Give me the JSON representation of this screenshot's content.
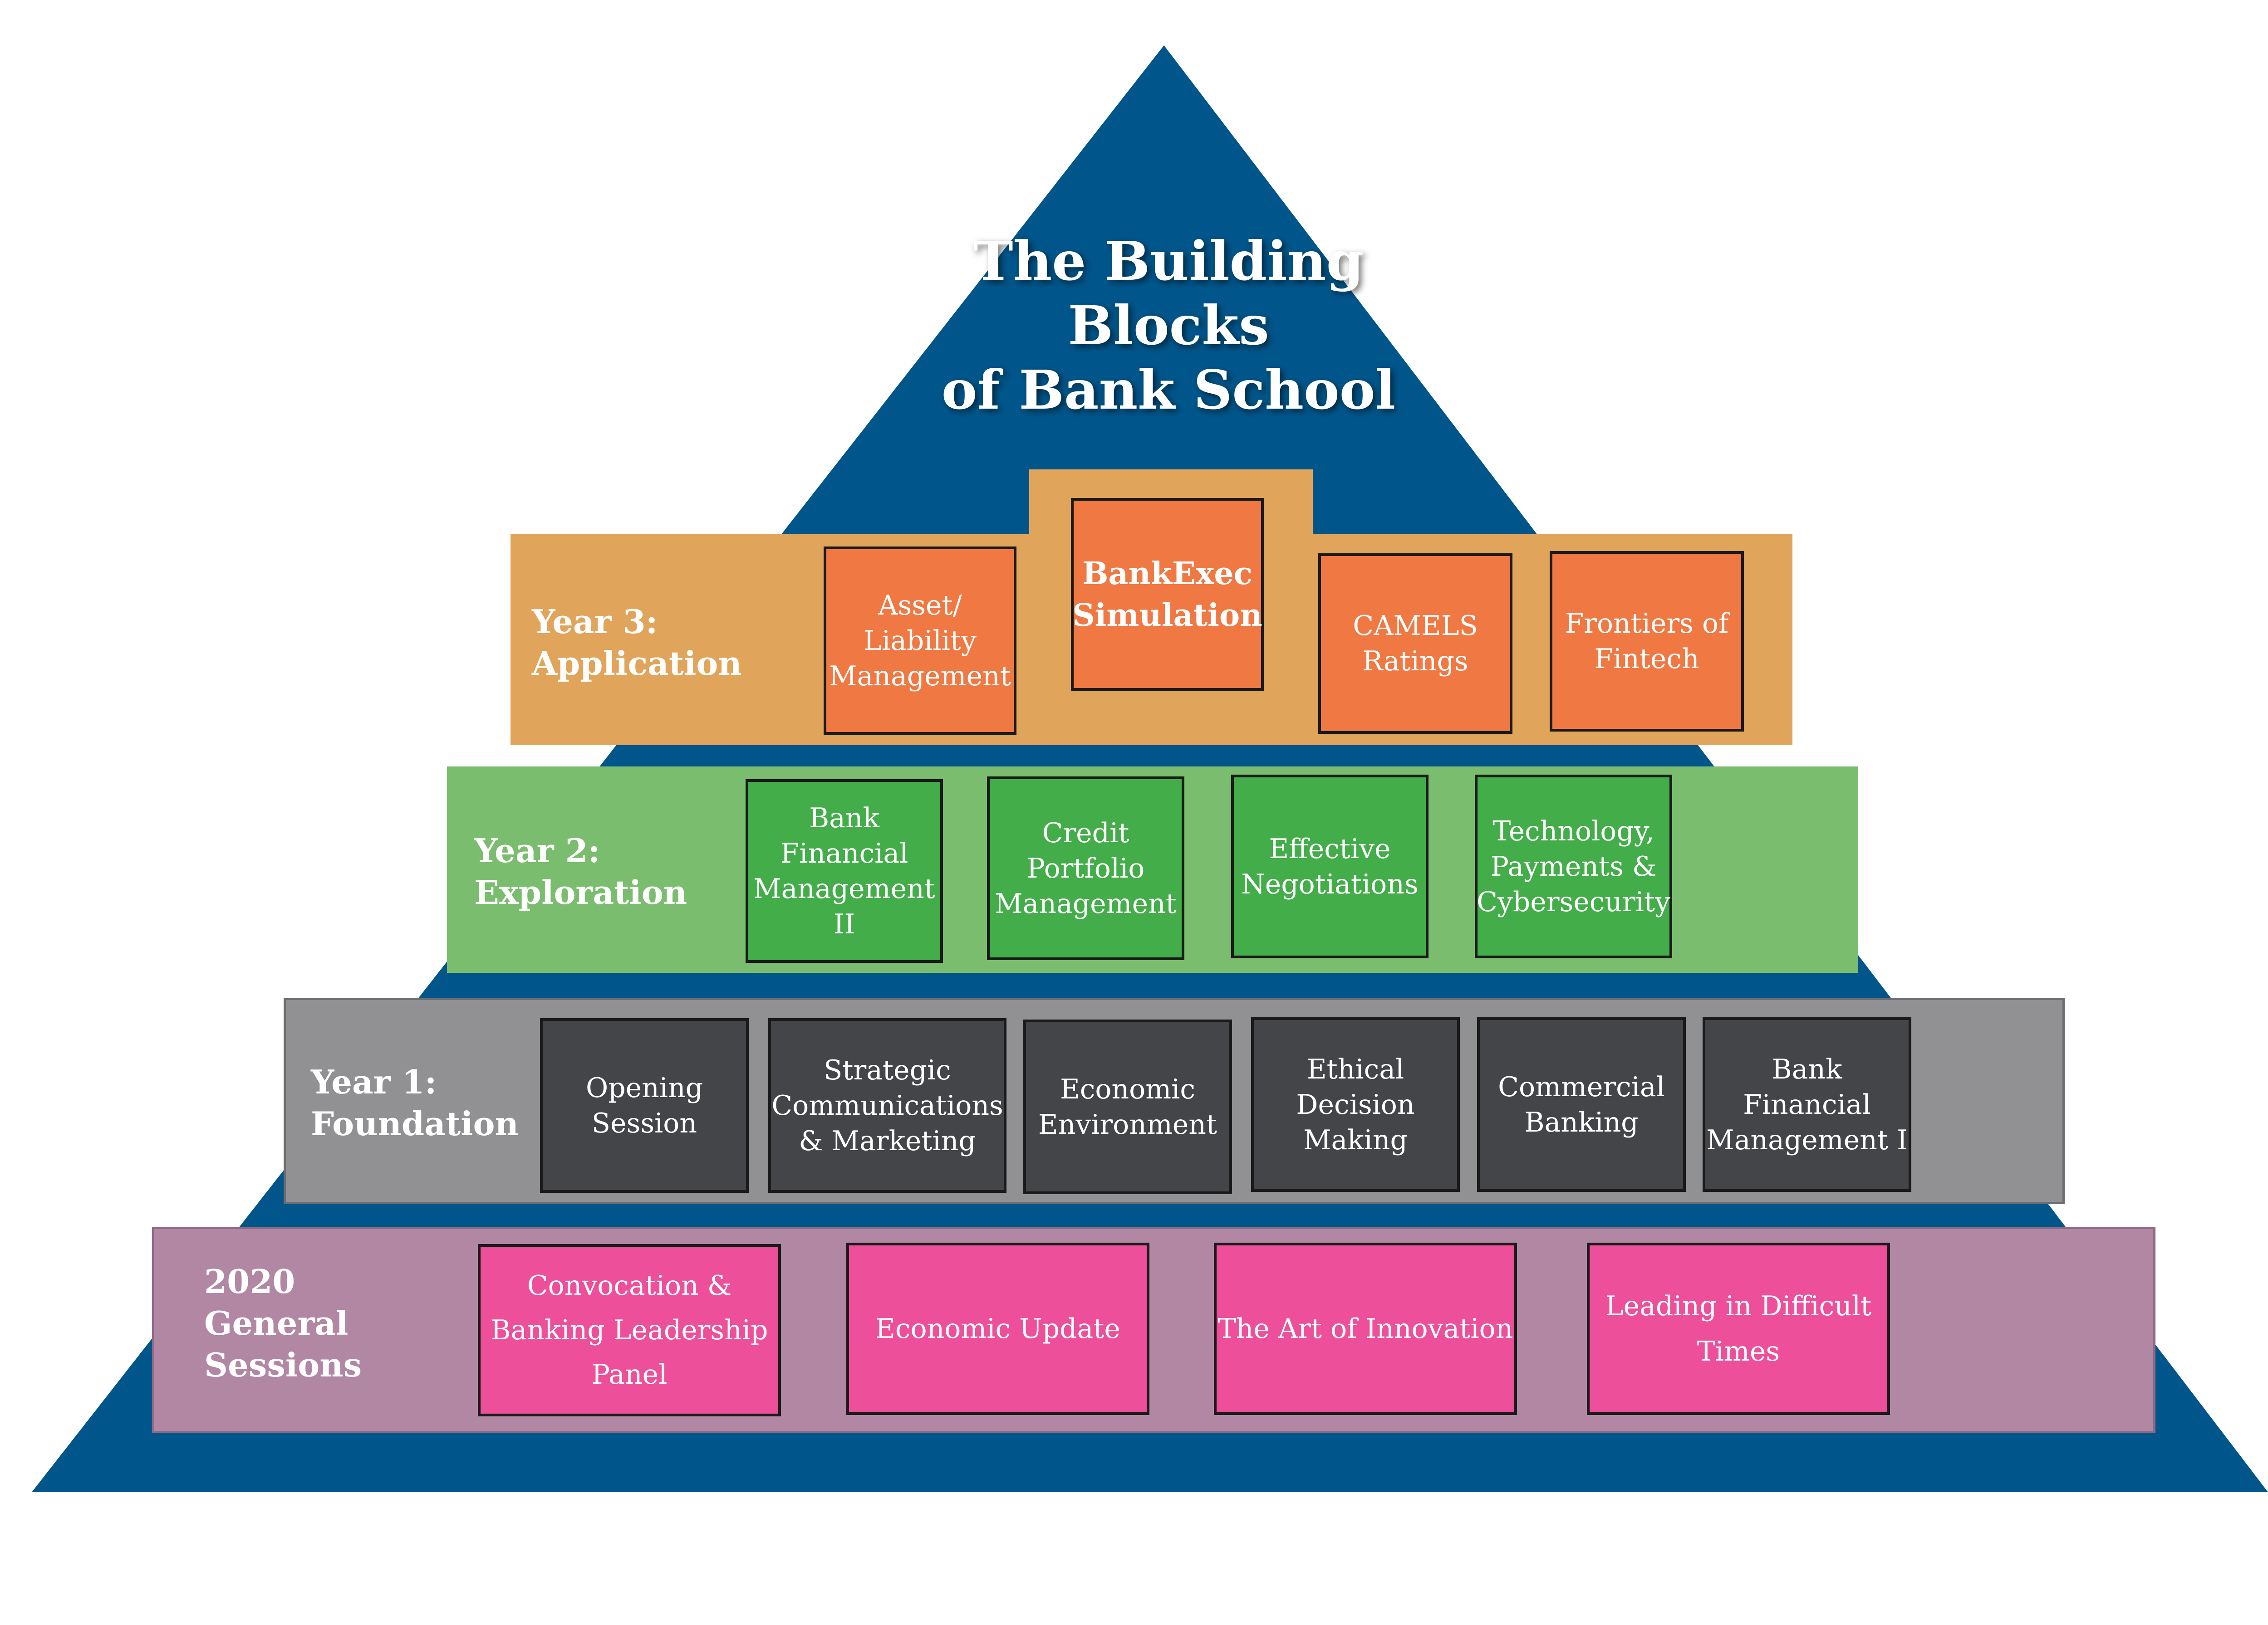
{
  "colors": {
    "pyramid": "#00568b",
    "year3_band": "#e0a45a",
    "year3_box": "#f07843",
    "year2_band": "#7bbd6e",
    "year2_box": "#42ad49",
    "year1_band": "#919194",
    "year1_box": "#444548",
    "general_band": "#b187a4",
    "general_box": "#ed4f9a"
  },
  "title": {
    "line1": "The Building",
    "line2": "Blocks",
    "line3": "of Bank School"
  },
  "year3": {
    "label_line1": "Year 3:",
    "label_line2": "Application",
    "boxes": [
      "Asset/\nLiability\nManagement",
      "BankExec\nSimulation",
      "CAMELS\nRatings",
      "Frontiers of\nFintech"
    ]
  },
  "year2": {
    "label_line1": "Year 2:",
    "label_line2": "Exploration",
    "boxes": [
      "Bank Financial\nManagement\nII",
      "Credit\nPortfolio\nManagement",
      "Effective\nNegotiations",
      "Technology,\nPayments &\nCybersecurity"
    ]
  },
  "year1": {
    "label_line1": "Year 1:",
    "label_line2": "Foundation",
    "boxes": [
      "Opening\nSession",
      "Strategic\nCommunications\n& Marketing",
      "Economic\nEnvironment",
      "Ethical\nDecision\nMaking",
      "Commercial\nBanking",
      "Bank Financial\nManagement I"
    ]
  },
  "general_sessions": {
    "label_line1": "2020",
    "label_line2": "General",
    "label_line3": "Sessions",
    "boxes": [
      "Convocation &\nBanking Leadership\nPanel",
      "Economic Update",
      "The Art of Innovation",
      "Leading in Difficult\nTimes"
    ]
  }
}
